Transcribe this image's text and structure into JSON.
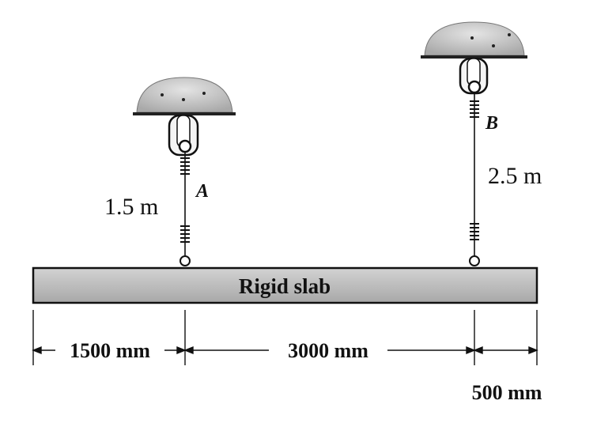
{
  "supports": {
    "a": {
      "label": "A",
      "length": "1.5 m"
    },
    "b": {
      "label": "B",
      "length": "2.5 m"
    }
  },
  "slab": {
    "label": "Rigid slab"
  },
  "dimensions": {
    "d1": "1500 mm",
    "d2": "3000 mm",
    "d3": "500 mm"
  },
  "colors": {
    "slab_fill": "#bdbdbd",
    "dome_fill": "#cfcfcf",
    "line": "#111111"
  }
}
